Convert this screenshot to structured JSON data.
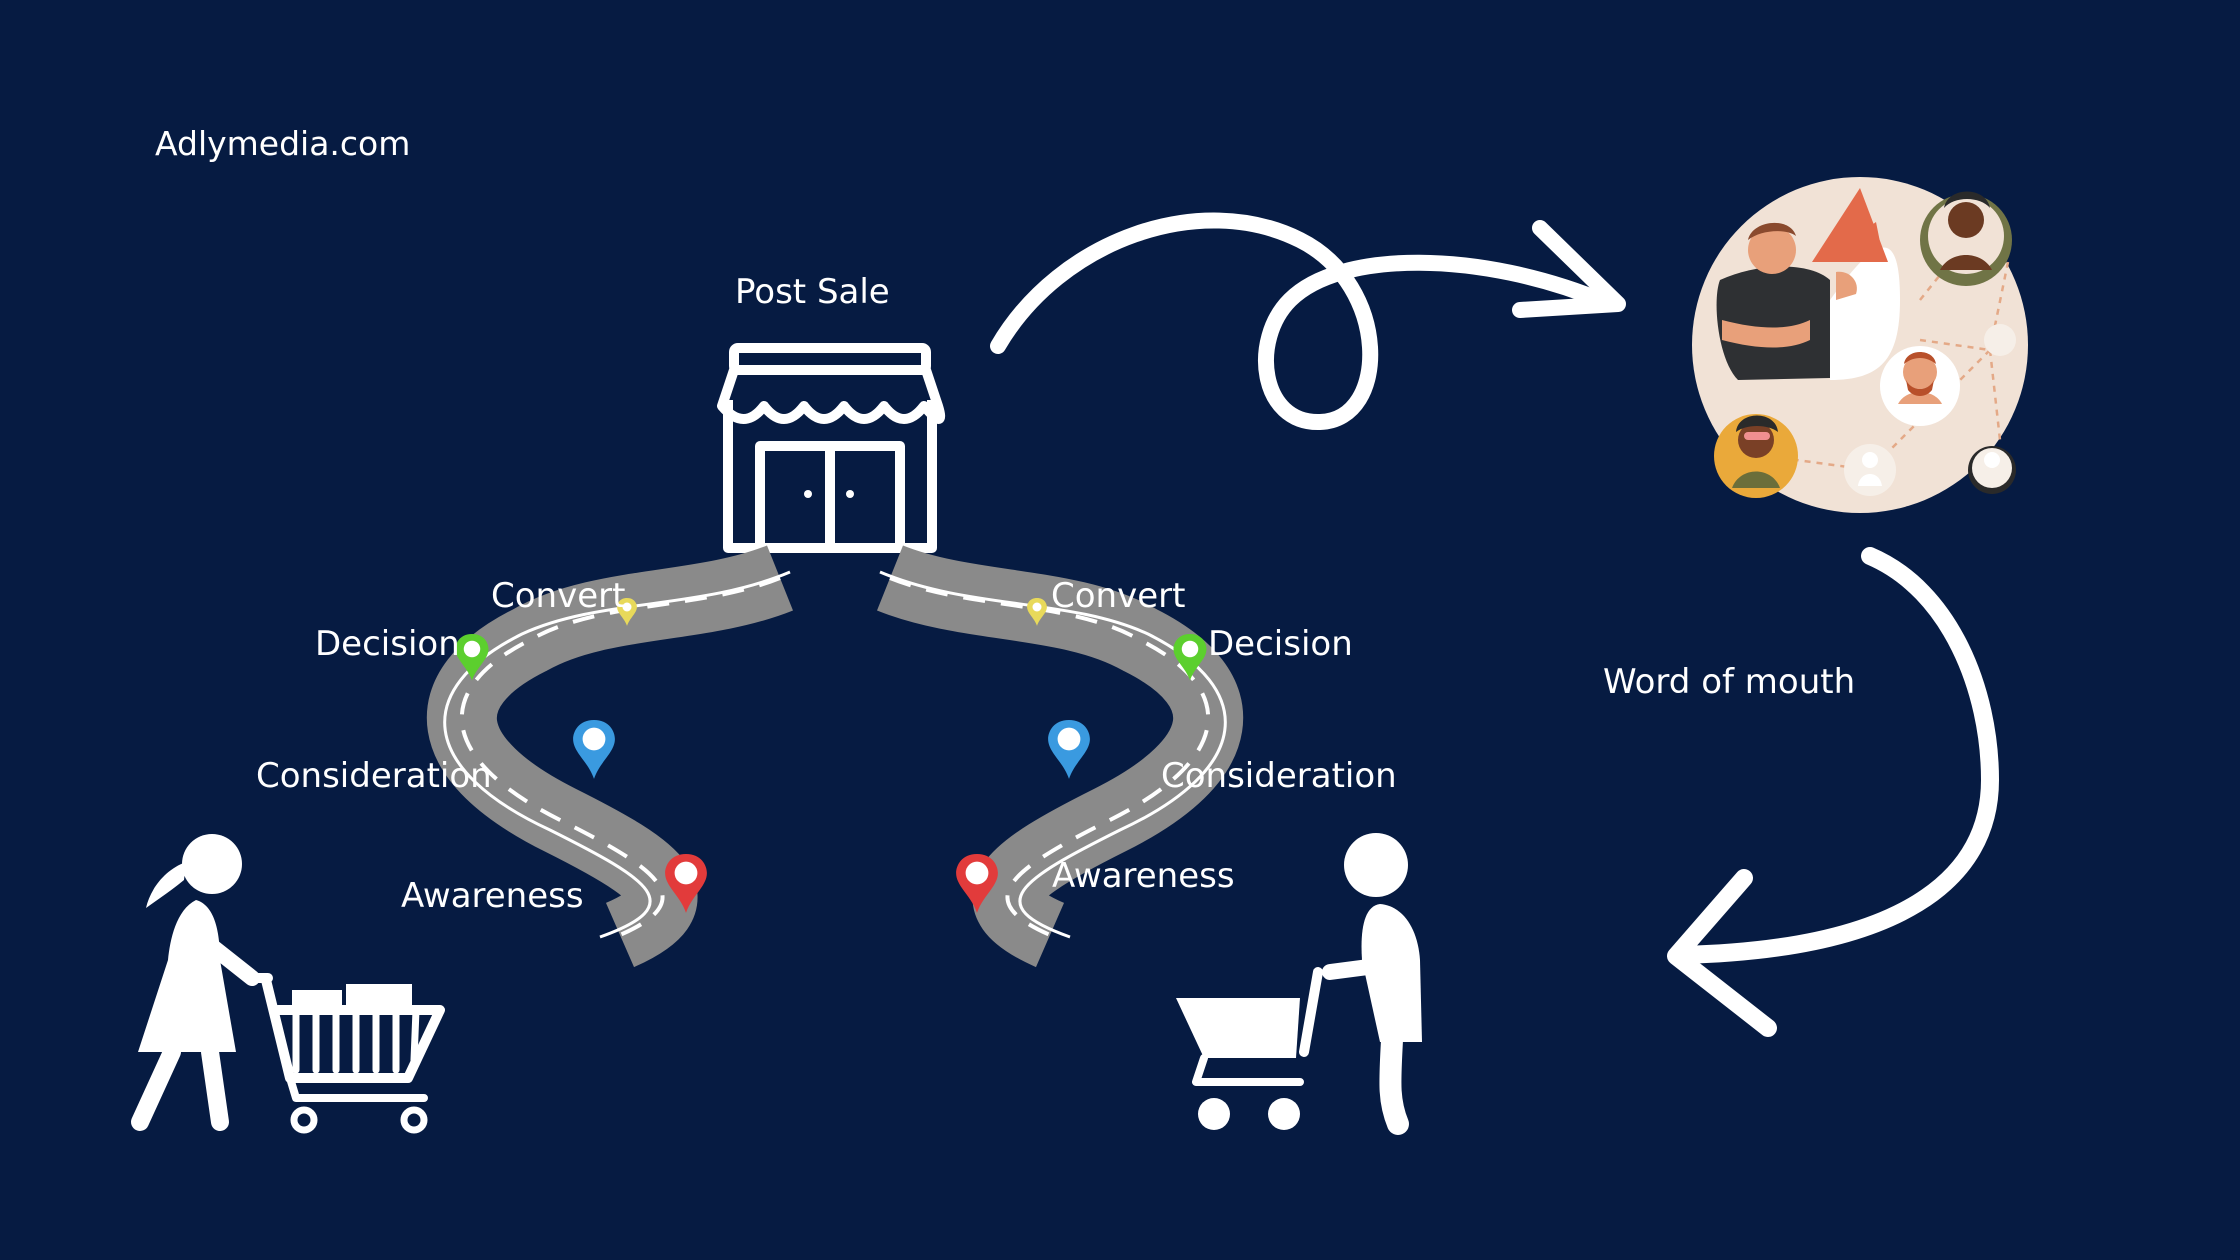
{
  "brand": {
    "text": "Adlymedia.com"
  },
  "store": {
    "label": "Post Sale"
  },
  "left_path": {
    "convert": "Convert",
    "decision": "Decision",
    "consideration": "Consideration",
    "awareness": "Awareness"
  },
  "right_path": {
    "convert": "Convert",
    "decision": "Decision",
    "consideration": "Consideration",
    "awareness": "Awareness"
  },
  "loop": {
    "label": "Word of mouth"
  },
  "colors": {
    "background": "#061b42",
    "road": "#8a8a8a",
    "pin_convert": "#e8d95a",
    "pin_decision": "#5ccf2e",
    "pin_consideration": "#3a9ae0",
    "pin_awareness": "#e23b3b",
    "circle_bg": "#f1e2d6"
  },
  "icons": [
    "storefront-icon",
    "shopper-woman-cart-icon",
    "shopper-man-cart-icon",
    "megaphone-people-network-icon",
    "curly-arrow-icon",
    "return-arrow-icon",
    "map-pin-icon"
  ]
}
